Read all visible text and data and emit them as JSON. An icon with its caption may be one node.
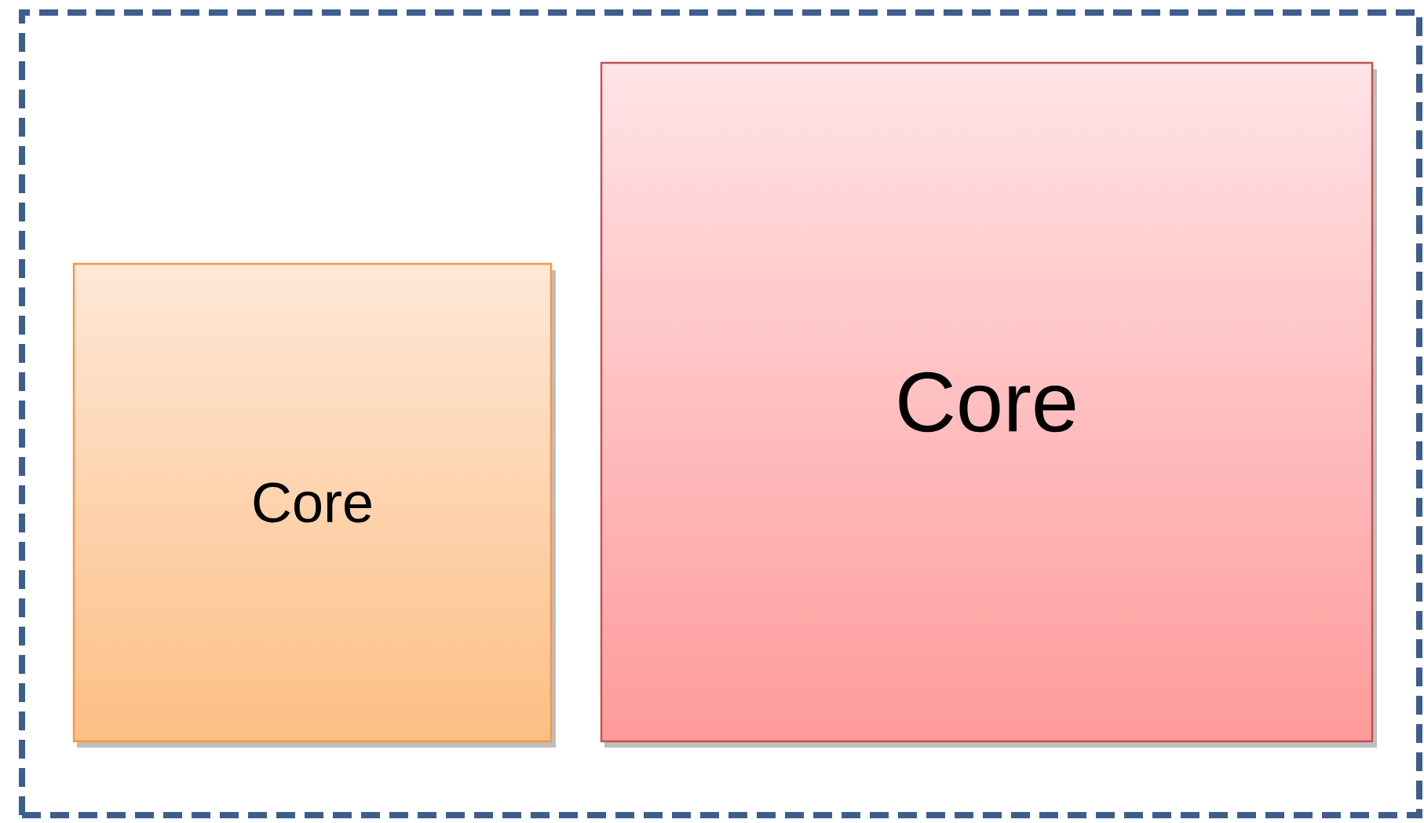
{
  "diagram": {
    "nodes": [
      {
        "text": [],
        "shape": "box"
      },
      {
        "text": [
          "Core"
        ],
        "in": 0
      },
      {
        "text": [
          "Core"
        ],
        "in": 0
      }
    ]
  }
}
